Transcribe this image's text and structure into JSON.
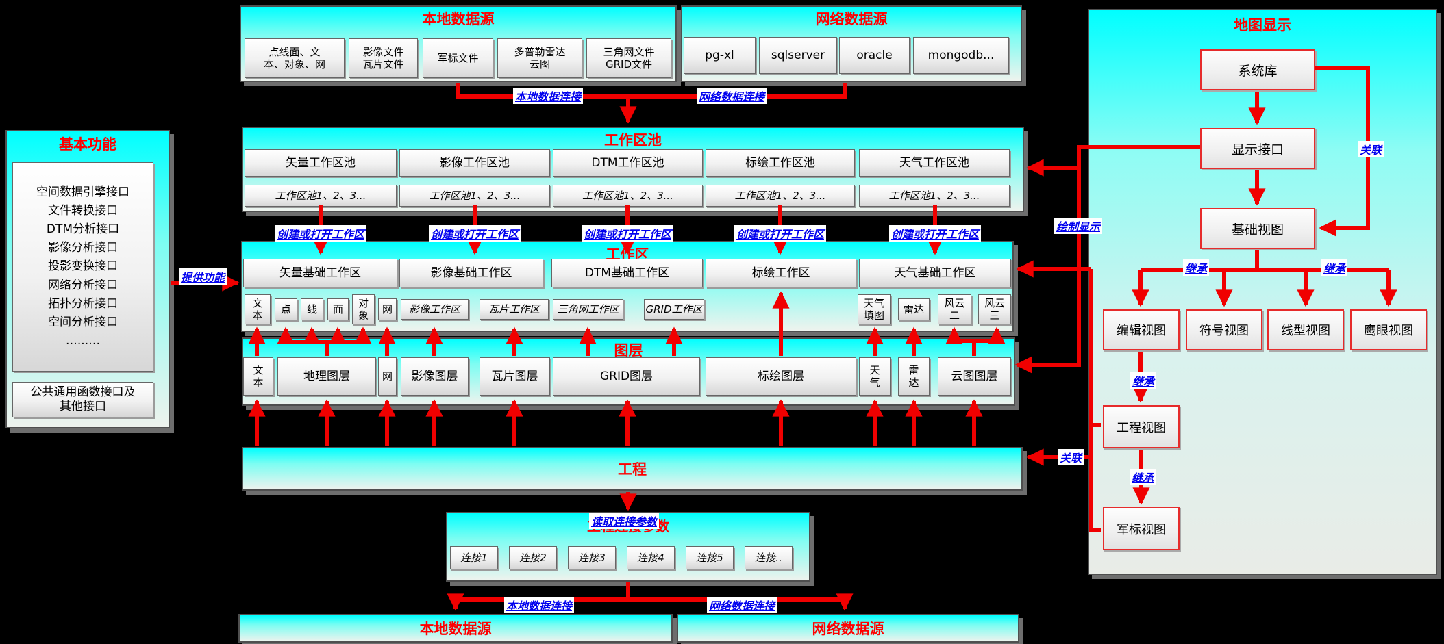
{
  "colors": {
    "red": "#ff0000",
    "blue": "#0000ee",
    "cyan": "#00ffff"
  },
  "top_local": {
    "title": "本地数据源",
    "items": [
      "点线面、文\n本、对象、网",
      "影像文件\n瓦片文件",
      "军标文件",
      "多普勒雷达\n云图",
      "三角网文件\nGRID文件"
    ]
  },
  "top_network": {
    "title": "网络数据源",
    "items": [
      "pg-xl",
      "sqlserver",
      "oracle",
      "mongodb..."
    ]
  },
  "basic_functions": {
    "title": "基本功能",
    "interfaces": [
      "空间数据引擎接口",
      "文件转换接口",
      "DTM分析接口",
      "影像分析接口",
      "投影变换接口",
      "网络分析接口",
      "拓扑分析接口",
      "空间分析接口",
      "…...…"
    ],
    "common": "公共通用函数接口及\n其他接口"
  },
  "pool": {
    "title": "工作区池",
    "pools": [
      "矢量工作区池",
      "影像工作区池",
      "DTM工作区池",
      "标绘工作区池",
      "天气工作区池"
    ],
    "item_label": "工作区池1、2、3..."
  },
  "workspace": {
    "title": "工作区",
    "areas": [
      "矢量基础工作区",
      "影像基础工作区",
      "DTM基础工作区",
      "标绘工作区",
      "天气基础工作区"
    ],
    "vector_items": [
      "文\n本",
      "点",
      "线",
      "面",
      "对\n象",
      "网"
    ],
    "image_item": "影像工作区",
    "tile_item": "瓦片工作区",
    "tin_item": "三角网工作区",
    "grid_item": "GRID工作区",
    "weather_items": [
      "天气\n填图",
      "雷达",
      "风云\n二",
      "风云\n三"
    ]
  },
  "layers": {
    "title": "图层",
    "items": [
      "文\n本",
      "地理图层",
      "网",
      "影像图层",
      "瓦片图层",
      "GRID图层",
      "标绘图层",
      "天\n气",
      "雷\n达",
      "云图图层"
    ]
  },
  "project": {
    "title": "工程"
  },
  "connection": {
    "title": "工程连接参数",
    "items": [
      "连接1",
      "连接2",
      "连接3",
      "连接4",
      "连接5",
      "连接.."
    ]
  },
  "bottom": {
    "local": "本地数据源",
    "network": "网络数据源"
  },
  "map_display": {
    "title": "地图显示",
    "nodes": {
      "system": "系统库",
      "display_if": "显示接口",
      "base_view": "基础视图",
      "edit_view": "编辑视图",
      "symbol_view": "符号视图",
      "line_view": "线型视图",
      "eagle_view": "鹰眼视图",
      "project_view": "工程视图",
      "military_view": "军标视图"
    }
  },
  "edge_labels": {
    "local_conn": "本地数据连接",
    "network_conn": "网络数据连接",
    "create_open": "创建或打开工作区",
    "provide": "提供功能",
    "draw_display": "绘制显示",
    "assoc": "关联",
    "inherit": "继承",
    "read_params": "读取连接参数"
  }
}
